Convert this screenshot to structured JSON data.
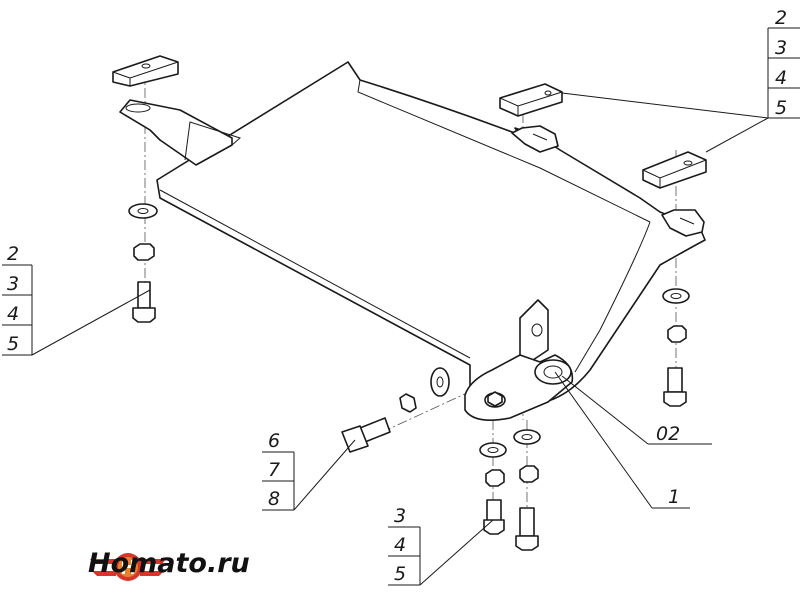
{
  "callouts": {
    "top_right": [
      "2",
      "3",
      "4",
      "5"
    ],
    "left": [
      "2",
      "3",
      "4",
      "5"
    ],
    "front_bolt": [
      "6",
      "7",
      "8"
    ],
    "bottom": [
      "3",
      "4",
      "5"
    ],
    "part_02": "02",
    "part_1": "1"
  },
  "brand": {
    "logo_text": "Homato.ru",
    "colors": {
      "logo_red": "#d6362b",
      "logo_orange": "#e8822c",
      "ink": "#1a1a1a"
    }
  }
}
